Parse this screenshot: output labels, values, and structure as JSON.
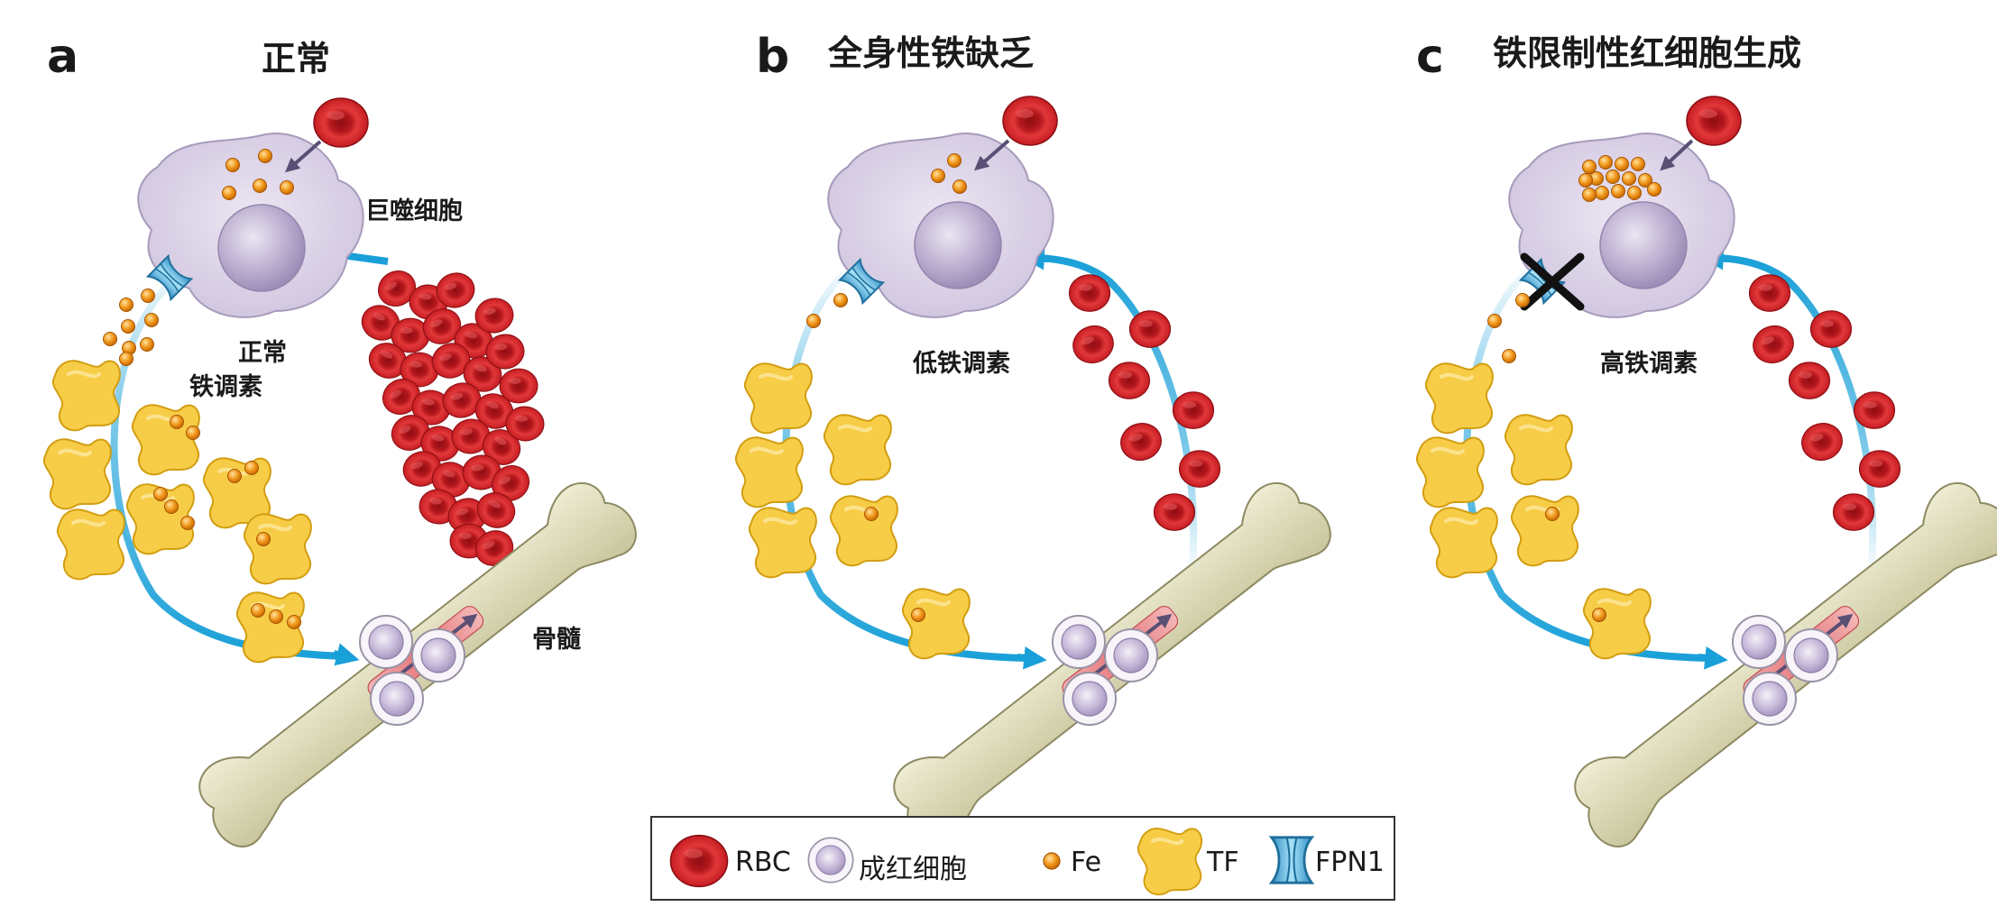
{
  "panels": [
    {
      "letter": "a",
      "title": "正常",
      "labels": {
        "macrophage": "巨噬细胞",
        "hepcidin_line1": "正常",
        "hepcidin_line2": "铁调素",
        "marrow": "骨髓"
      },
      "blocked_export": false,
      "rbc_mode": "cluster"
    },
    {
      "letter": "b",
      "title": "全身性铁缺乏",
      "labels": {
        "hepcidin": "低铁调素"
      },
      "blocked_export": false,
      "rbc_mode": "arc"
    },
    {
      "letter": "c",
      "title": "铁限制性红细胞生成",
      "labels": {
        "hepcidin": "高铁调素"
      },
      "blocked_export": true,
      "rbc_mode": "arc"
    }
  ],
  "legend": {
    "rbc": "RBC",
    "erythroblast": "成红细胞",
    "fe": "Fe",
    "tf": "TF",
    "fpn1": "FPN1"
  },
  "colors": {
    "arrow": "#1aa0d8",
    "macrophage": "#d8cfe3",
    "nucleus": "#b8aacd",
    "rbc": "#d7262b",
    "iron": "#f29a1e",
    "transferrin": "#f7cd48",
    "fpn1": "#6cc3ea",
    "bone": "#dcdab8"
  }
}
